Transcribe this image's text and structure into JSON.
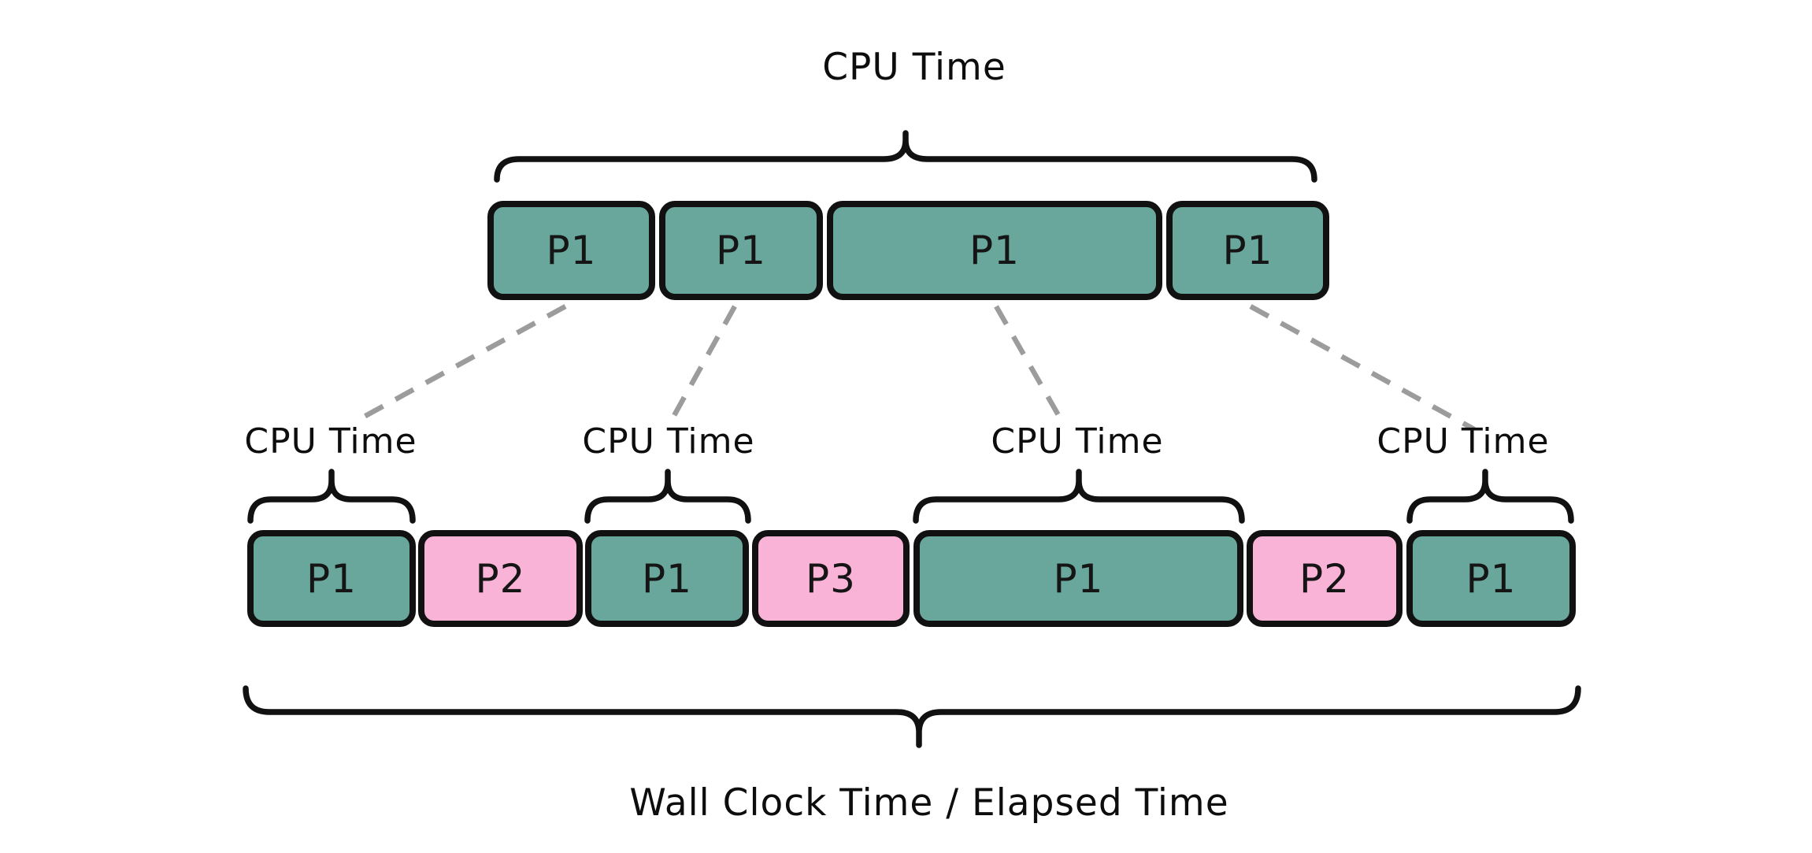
{
  "colors": {
    "green": "#69a79c",
    "pink": "#f9b3d6",
    "stroke": "#111111",
    "dash": "#9c9c9c",
    "bg": "#ffffff"
  },
  "top_row": {
    "brace_label": "CPU Time",
    "blocks": [
      {
        "label": "P1",
        "color": "green"
      },
      {
        "label": "P1",
        "color": "green"
      },
      {
        "label": "P1",
        "color": "green"
      },
      {
        "label": "P1",
        "color": "green"
      }
    ]
  },
  "bottom_row": {
    "caption": "Wall Clock Time / Elapsed Time",
    "cpu_braces": [
      {
        "label": "CPU Time"
      },
      {
        "label": "CPU Time"
      },
      {
        "label": "CPU Time"
      },
      {
        "label": "CPU Time"
      }
    ],
    "blocks": [
      {
        "label": "P1",
        "color": "green"
      },
      {
        "label": "P2",
        "color": "pink"
      },
      {
        "label": "P1",
        "color": "green"
      },
      {
        "label": "P3",
        "color": "pink"
      },
      {
        "label": "P1",
        "color": "green"
      },
      {
        "label": "P2",
        "color": "pink"
      },
      {
        "label": "P1",
        "color": "green"
      }
    ]
  }
}
